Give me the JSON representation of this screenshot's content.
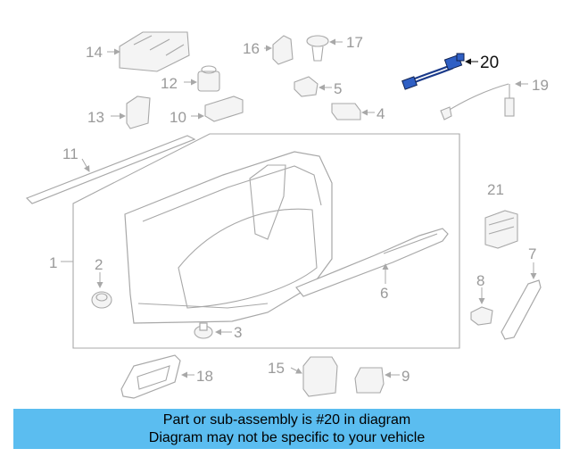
{
  "diagram": {
    "highlighted_part": "20",
    "callouts": {
      "c1": "1",
      "c2": "2",
      "c3": "3",
      "c4": "4",
      "c5": "5",
      "c6": "6",
      "c7": "7",
      "c8": "8",
      "c9": "9",
      "c10": "10",
      "c11": "11",
      "c12": "12",
      "c13": "13",
      "c14": "14",
      "c15": "15",
      "c16": "16",
      "c17": "17",
      "c18": "18",
      "c19": "19",
      "c20": "20",
      "c21": "21"
    },
    "colors": {
      "linework": "#a8a8a8",
      "highlight": "#1a3a8a",
      "banner": "#5bbdf0"
    }
  },
  "banner": {
    "line1": "Part or sub-assembly is #20 in diagram",
    "line2": "Diagram may not be specific to your vehicle"
  }
}
